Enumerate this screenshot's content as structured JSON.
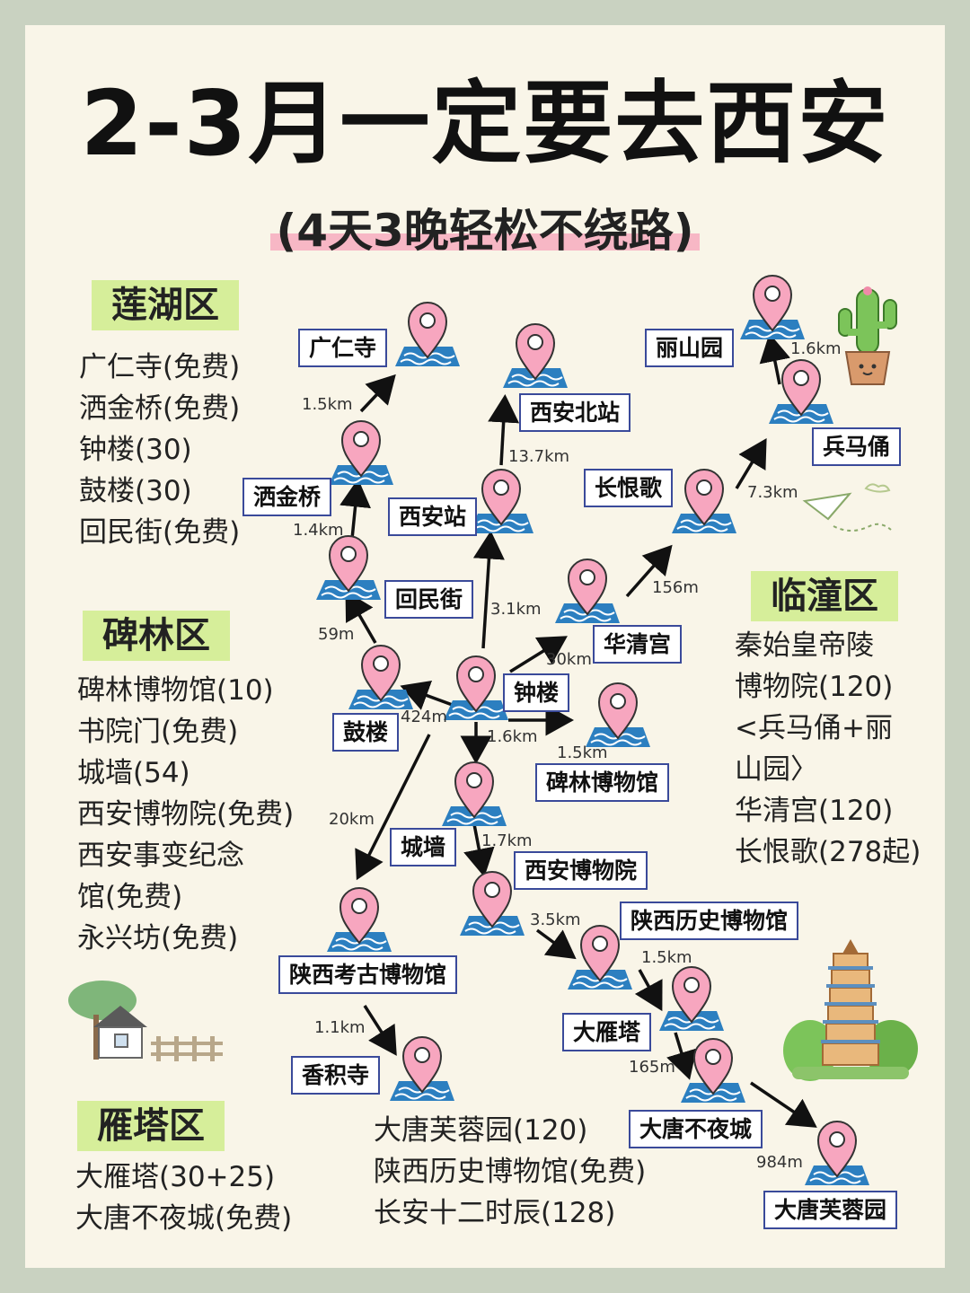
{
  "title": "2-3月一定要去西安",
  "subtitle": "(4天3晚轻松不绕路)",
  "districts": {
    "lianhu": {
      "name": "莲湖区",
      "items": [
        "广仁寺(免费)",
        "洒金桥(免费)",
        "钟楼(30)",
        "鼓楼(30)",
        "回民街(免费)"
      ]
    },
    "beilin": {
      "name": "碑林区",
      "items": [
        "碑林博物馆(10)",
        "书院门(免费)",
        "城墙(54)",
        "西安博物院(免费)",
        "西安事变纪念",
        "馆(免费)",
        "永兴坊(免费)"
      ]
    },
    "lintong": {
      "name": "临潼区",
      "items": [
        "秦始皇帝陵",
        "博物院(120)",
        "<兵马俑+丽",
        "山园〉",
        "华清宫(120)",
        "长恨歌(278起)"
      ]
    },
    "yanta": {
      "name": "雁塔区",
      "items": [
        "大雁塔(30+25)",
        "大唐不夜城(免费)"
      ]
    }
  },
  "bottom_list": [
    "大唐芙蓉园(120)",
    "陕西历史博物馆(免费)",
    "长安十二时辰(128)"
  ],
  "places": {
    "guangrensi": "广仁寺",
    "xian_north": "西安北站",
    "lishanyuan": "丽山园",
    "bingmayong": "兵马俑",
    "sajinqiao": "洒金桥",
    "xian_station": "西安站",
    "changhenge": "长恨歌",
    "huiminjie": "回民街",
    "huaqinggong": "华清宫",
    "zhonglou": "钟楼",
    "gulou": "鼓楼",
    "beilin_museum": "碑林博物馆",
    "chengqiang": "城墙",
    "xian_museum": "西安博物院",
    "shaanxi_history": "陕西历史博物馆",
    "shaanxi_archaeology": "陕西考古博物馆",
    "dayanta": "大雁塔",
    "xiangjisi": "香积寺",
    "datang_night": "大唐不夜城",
    "furongyuan": "大唐芙蓉园"
  },
  "distances": {
    "d1": "1.5km",
    "d2": "1.6km",
    "d3": "13.7km",
    "d4": "7.3km",
    "d5": "1.4km",
    "d6": "156m",
    "d7": "3.1km",
    "d8": "59m",
    "d9": "30km",
    "d10": "424m",
    "d11": "1.6km",
    "d12": "1.5km",
    "d13": "20km",
    "d14": "1.7km",
    "d15": "3.5km",
    "d16": "1.5km",
    "d17": "1.1km",
    "d18": "165m",
    "d19": "984m"
  },
  "colors": {
    "pin": "#f7a6bf",
    "water": "#2c7fc0",
    "label_border": "#3a4a9a",
    "district_bg": "#d6ee9a",
    "highlight": "#f7b7c5"
  },
  "icons": [
    "map-pin-icon",
    "cactus-icon",
    "paper-plane-icon",
    "cottage-icon",
    "pagoda-icon"
  ]
}
